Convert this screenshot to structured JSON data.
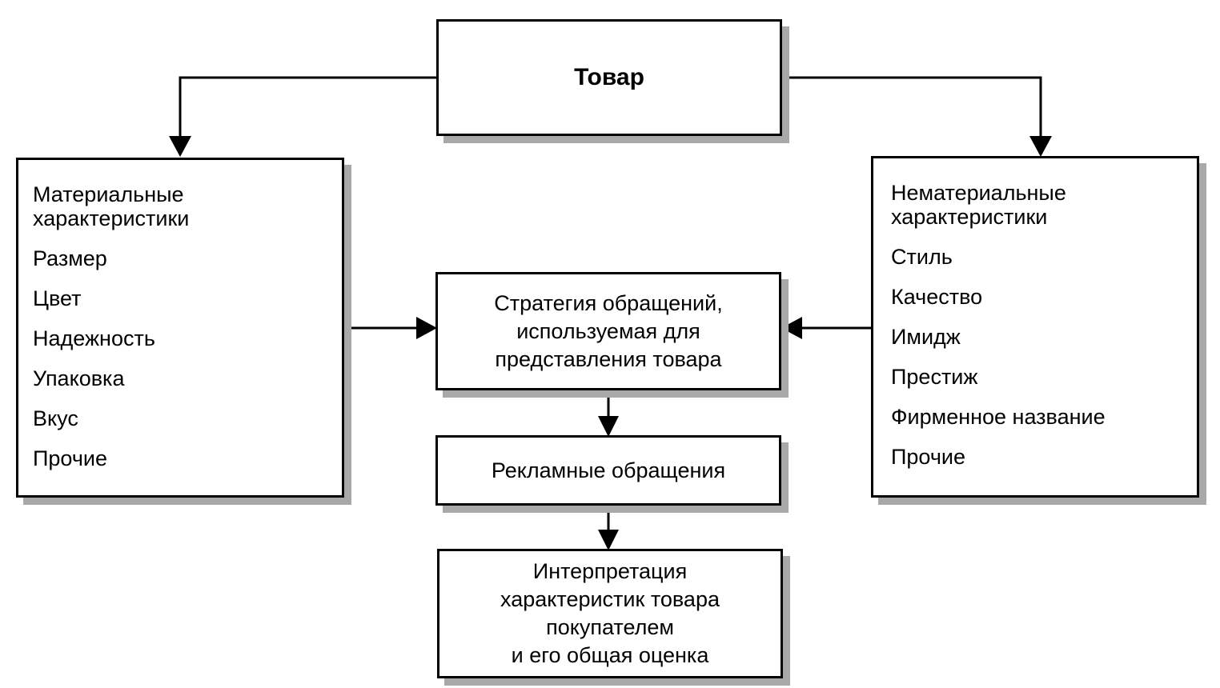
{
  "top": {
    "title": "Товар"
  },
  "material": {
    "title_lines": [
      "Материальные",
      "характеристики"
    ],
    "items": [
      "Размер",
      "Цвет",
      "Надежность",
      "Упаковка",
      "Вкус",
      "Прочие"
    ]
  },
  "nonmaterial": {
    "title_lines": [
      "Нематериальные",
      "характеристики"
    ],
    "items": [
      "Стиль",
      "Качество",
      "Имидж",
      "Престиж",
      "Фирменное название",
      "Прочие"
    ]
  },
  "strategy": {
    "lines": [
      "Стратегия обращений,",
      "используемая для",
      "представления товара"
    ]
  },
  "ads": {
    "label": "Рекламные обращения"
  },
  "interpretation": {
    "lines": [
      "Интерпретация",
      "характеристик товара",
      "покупателем",
      "и его общая оценка"
    ]
  }
}
